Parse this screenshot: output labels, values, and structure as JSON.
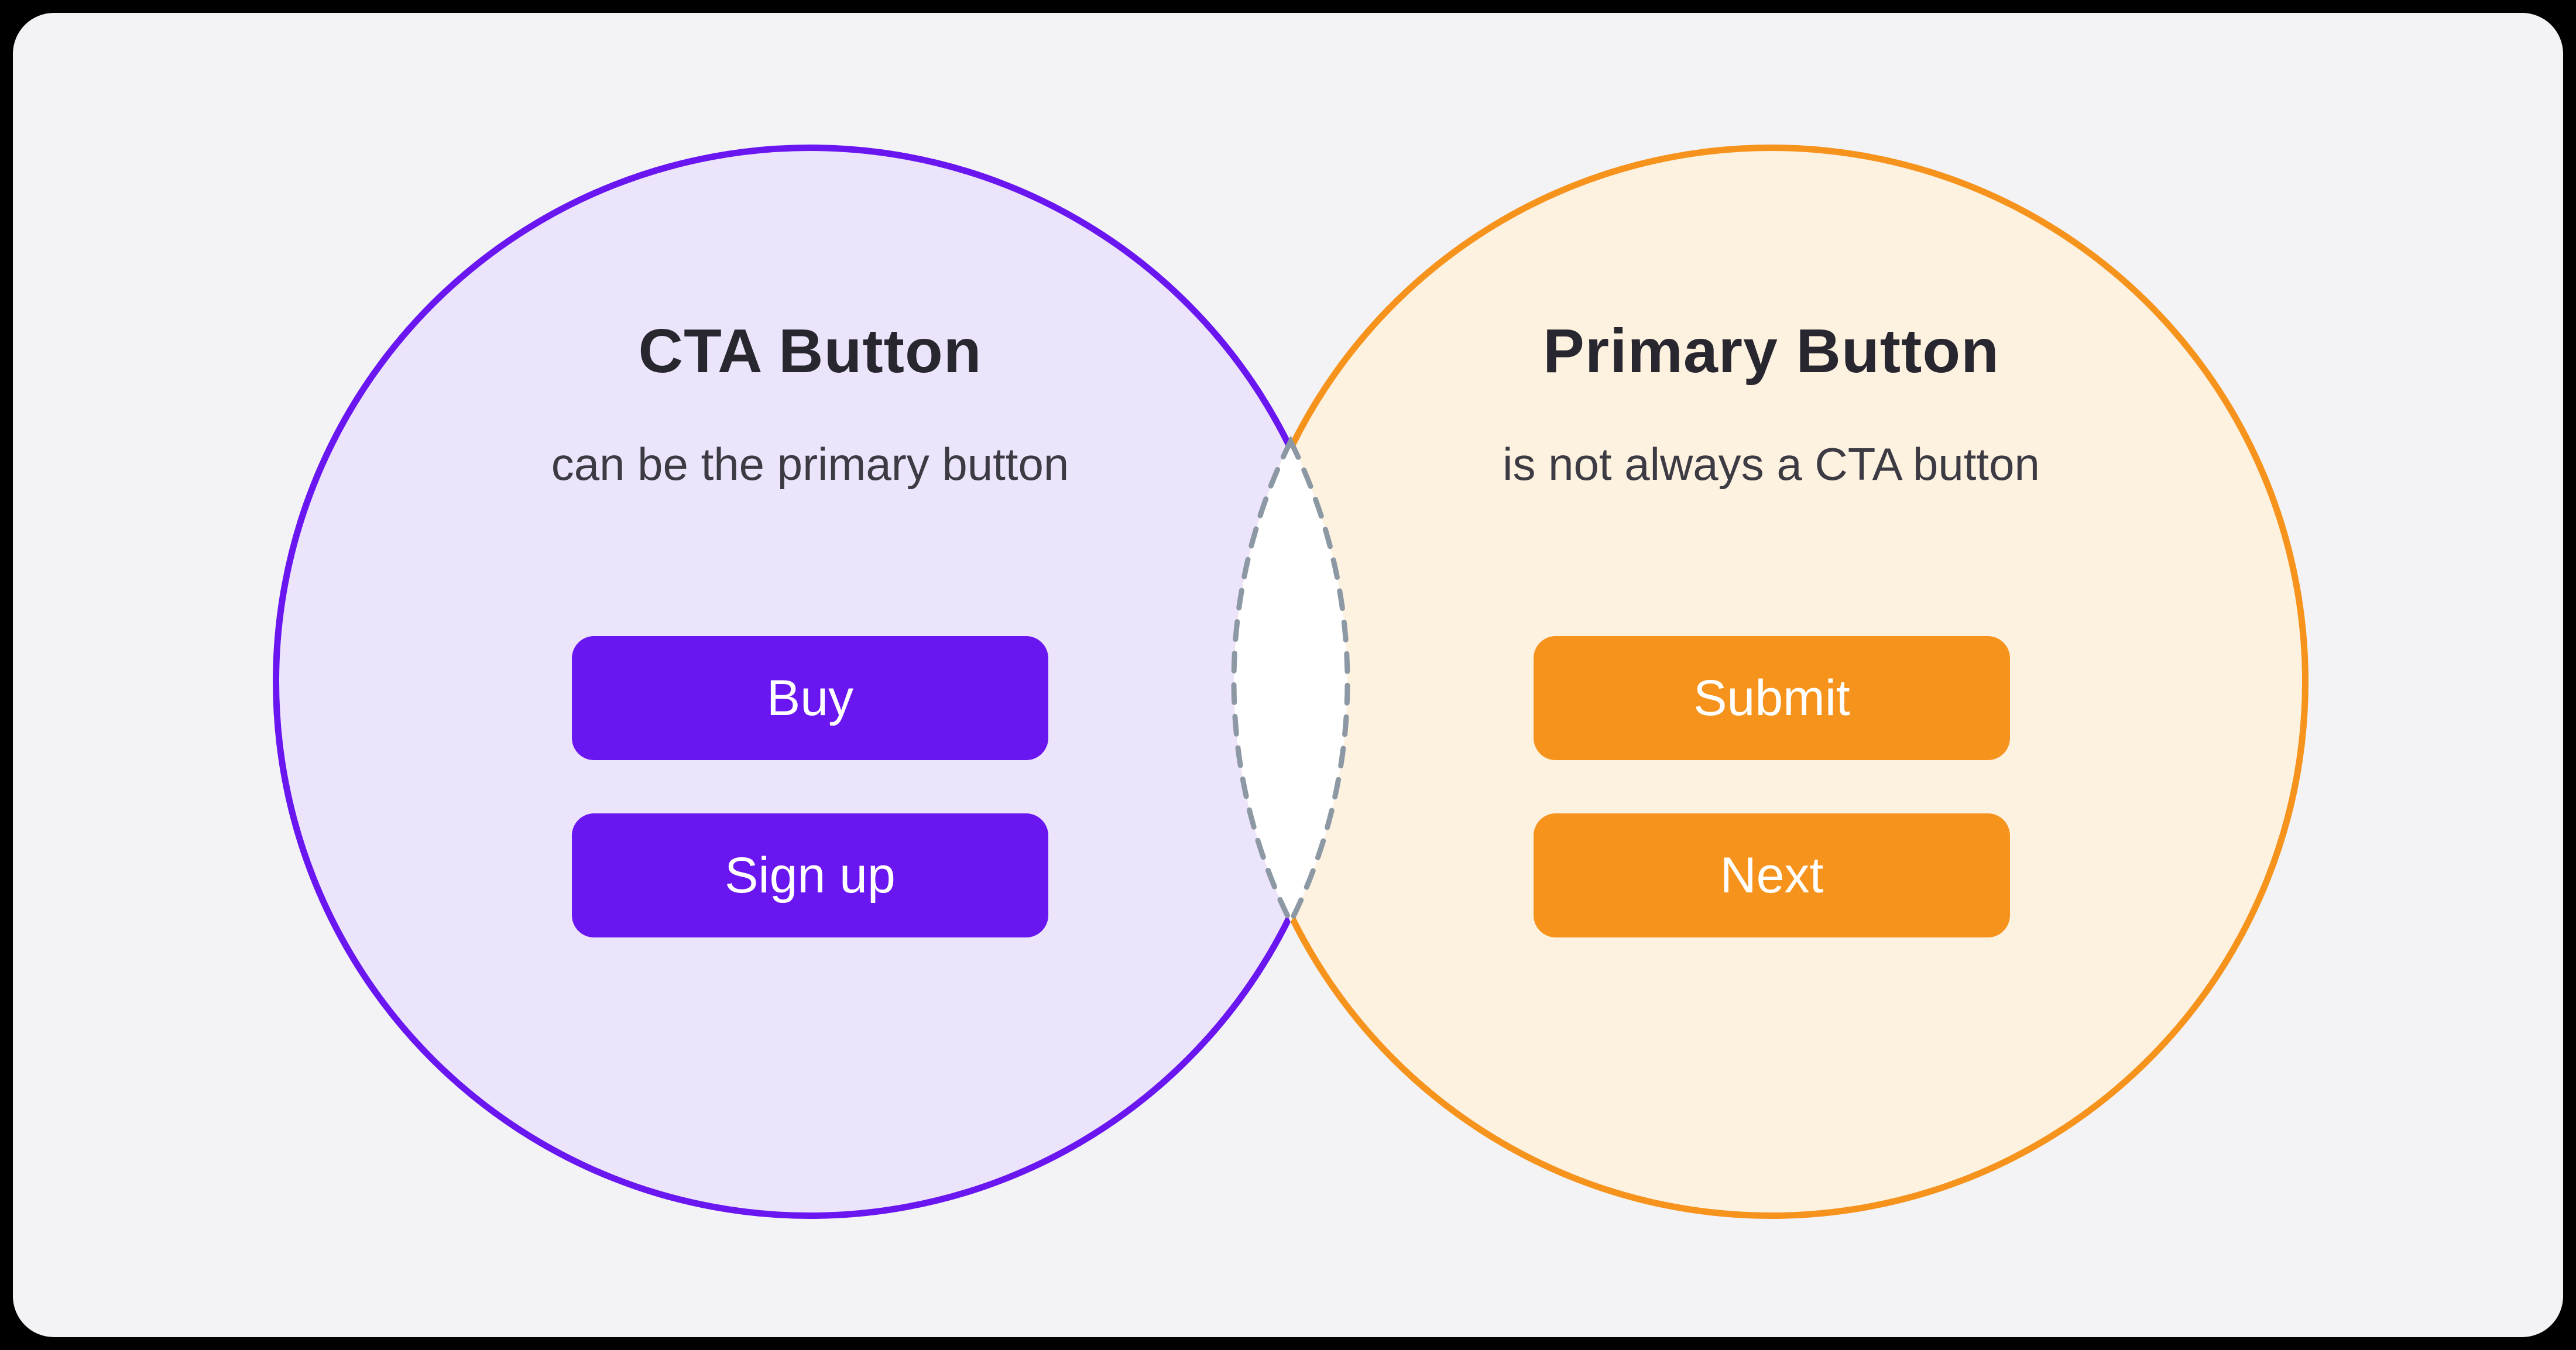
{
  "colors": {
    "frame": "#000000",
    "bg": "#f3f3f6",
    "purple": "#6a16f0",
    "purple-fill": "#ece4fb",
    "orange": "#f6931d",
    "orange-fill": "#fdf1e0",
    "title": "#28262e",
    "subtitle": "#3c3a42",
    "button-text": "#ffffff",
    "lens-stroke": "#8c98a4",
    "lens-fill": "#ffffff"
  },
  "left": {
    "title": "CTA Button",
    "subtitle": "can be the primary button",
    "buttons": [
      "Buy",
      "Sign up"
    ]
  },
  "right": {
    "title": "Primary Button",
    "subtitle": "is not always a CTA button",
    "buttons": [
      "Submit",
      "Next"
    ]
  }
}
